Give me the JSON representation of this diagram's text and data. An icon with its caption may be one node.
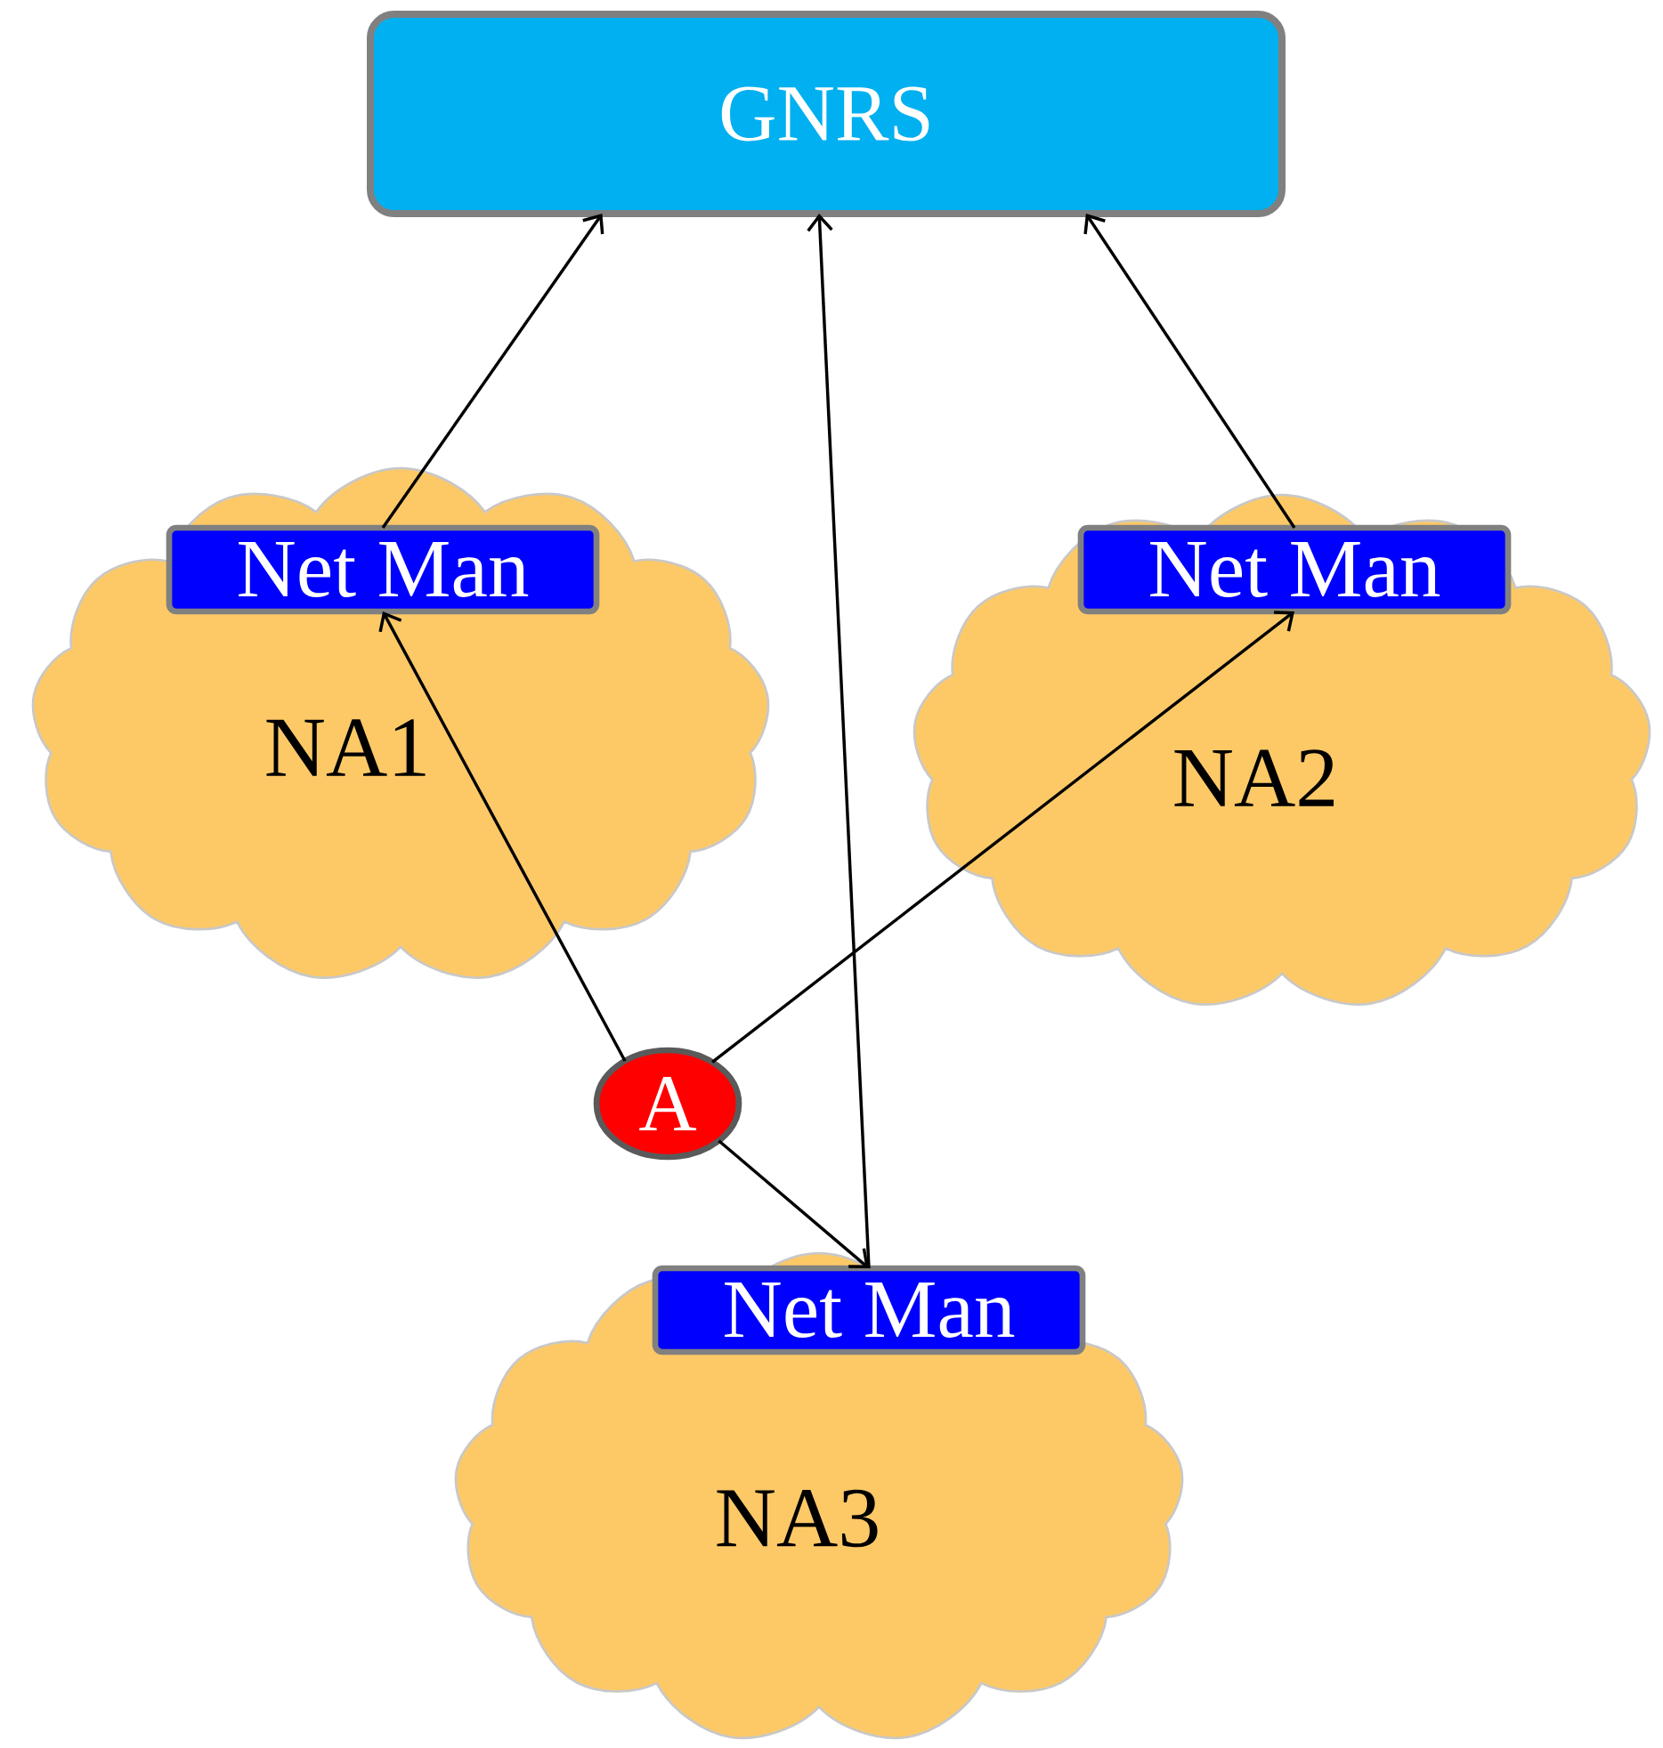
{
  "diagram": {
    "nodes": [
      {
        "text": [
          "GNRS"
        ]
      },
      {
        "text": [
          "NA1"
        ]
      },
      {
        "text": [
          "Net Man"
        ],
        "in": 1
      },
      {
        "text": [
          "NA2"
        ]
      },
      {
        "text": [
          "Net Man"
        ],
        "in": 3
      },
      {
        "text": [
          "A"
        ]
      },
      {
        "text": [
          "NA3"
        ]
      },
      {
        "text": [
          "Net Man"
        ],
        "in": 6
      }
    ],
    "edges": [
      {
        "from": 2,
        "to": 0,
        "arrow": "to"
      },
      {
        "from": 4,
        "to": 0,
        "arrow": "to"
      },
      {
        "from": 7,
        "to": 0,
        "arrow": "to"
      },
      {
        "from": 5,
        "to": 2,
        "arrow": "to"
      },
      {
        "from": 5,
        "to": 4,
        "arrow": "to"
      },
      {
        "from": 5,
        "to": 7,
        "arrow": "to"
      }
    ]
  }
}
